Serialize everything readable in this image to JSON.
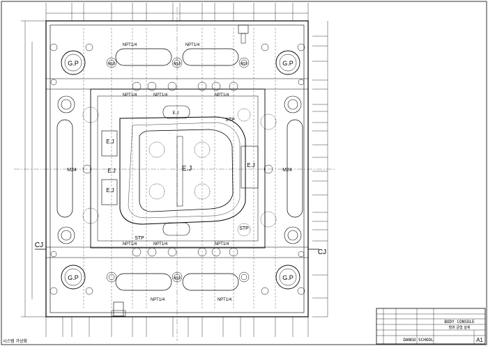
{
  "drawing": {
    "labels": {
      "gp": "G.P",
      "ej": "E.J",
      "npt": "NPT1/4",
      "m": "M10",
      "stp": "STP",
      "m24": "M24",
      "section_left": "CJ",
      "section_right": "CJ"
    },
    "title_block": {
      "part_name": "BODY CONSOLE",
      "school": "DANGO SCHOOL",
      "sheet_size": "A1",
      "sub_title": "범퍼 금형 설계"
    },
    "footer_note": "시스템 가상화",
    "colors": {
      "line": "#000000",
      "paper": "#ffffff"
    }
  }
}
